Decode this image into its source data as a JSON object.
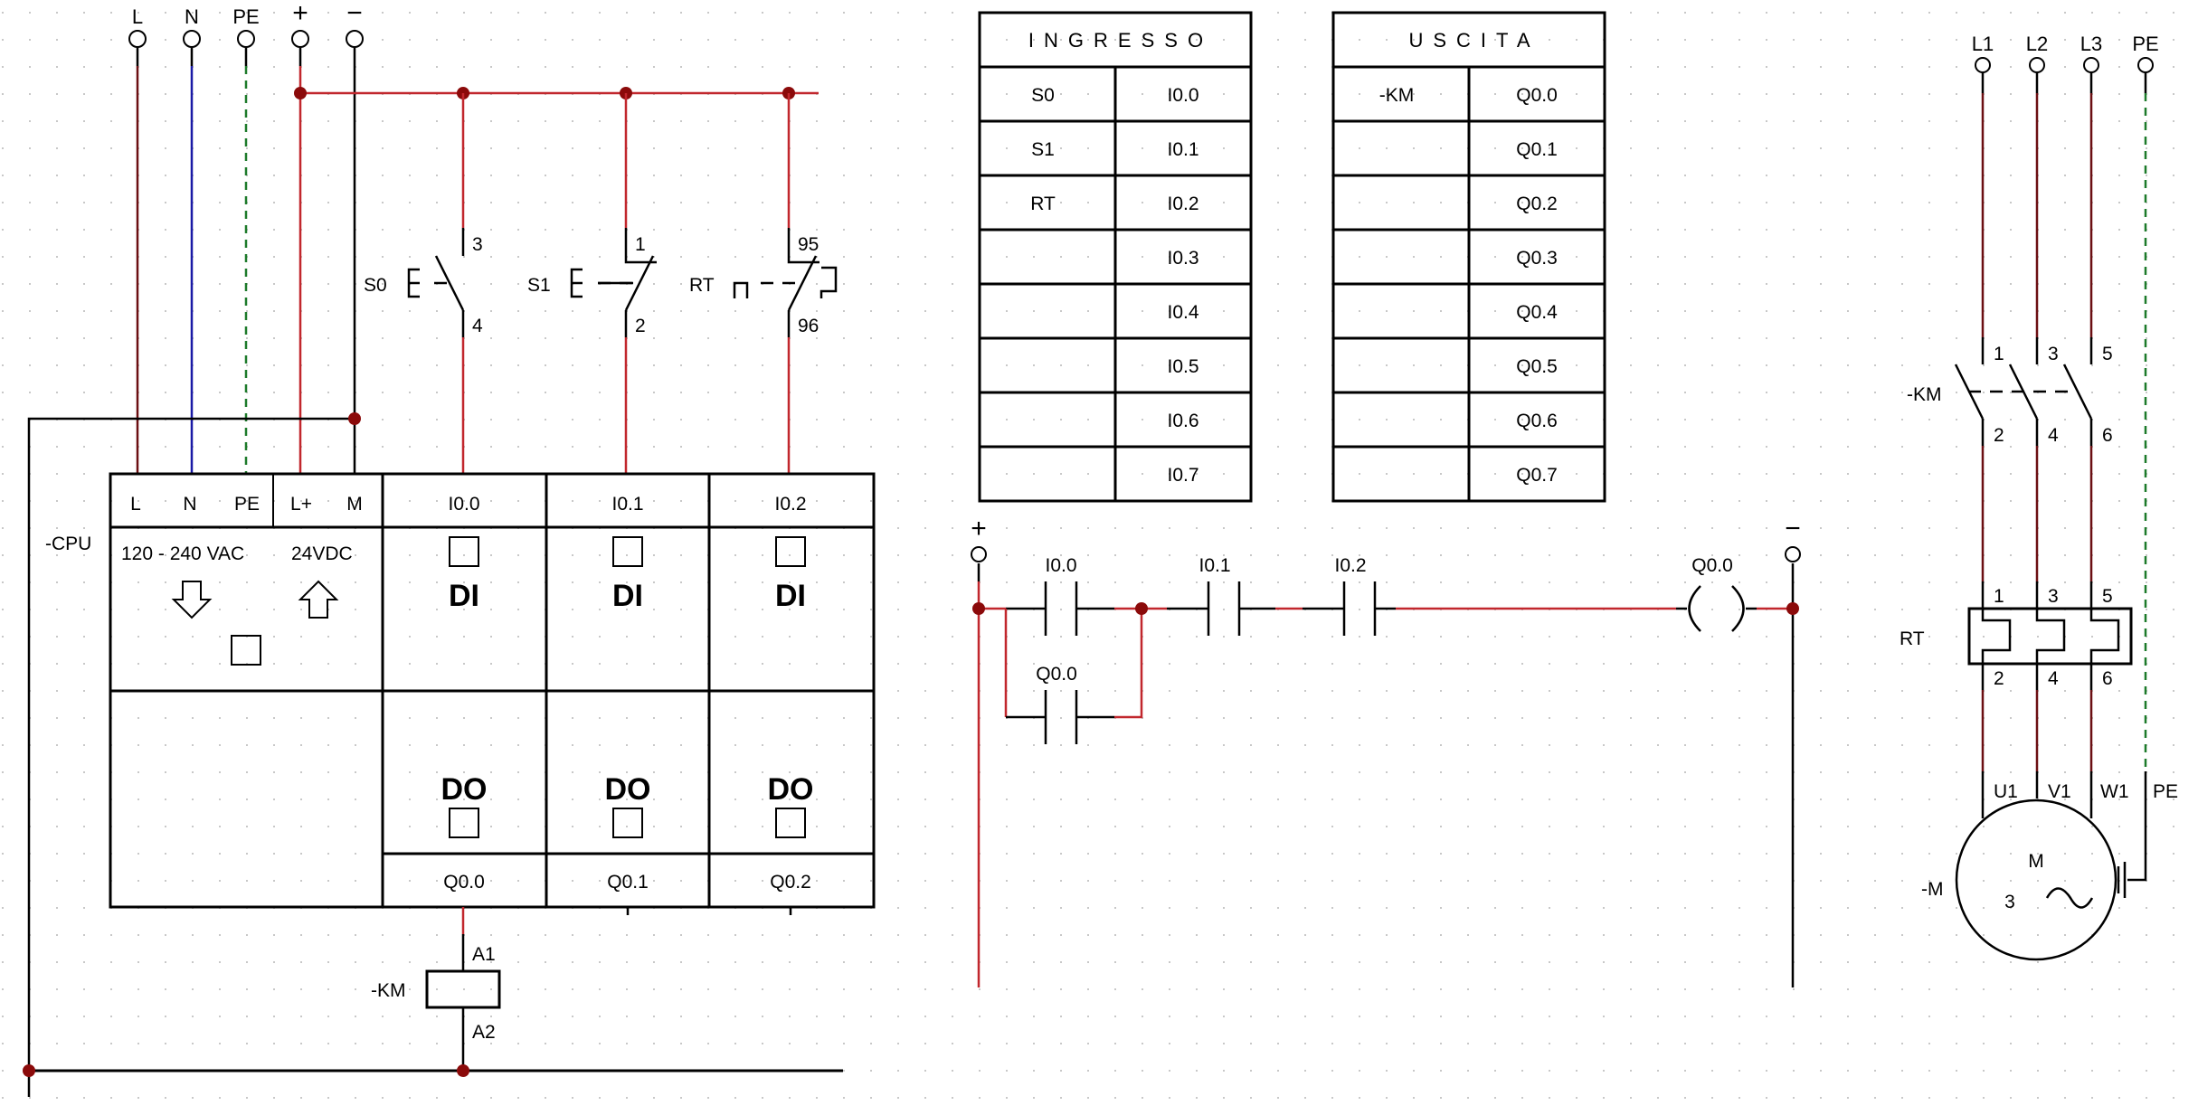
{
  "colors": {
    "live_wire": "#c1272d",
    "phase_wire": "#6b0f12",
    "neutral_wire": "#1a1aa6",
    "earth_wire": "#1d7a2a",
    "node": "#8b0a0a",
    "grid_dot": "#c8c8c8"
  },
  "supply_terminals": [
    {
      "label": "L"
    },
    {
      "label": "N"
    },
    {
      "label": "PE"
    },
    {
      "label": "+"
    },
    {
      "label": "−"
    }
  ],
  "input_devices": [
    {
      "tag": "S0",
      "top_terminal": "3",
      "bottom_terminal": "4",
      "type": "NO pushbutton"
    },
    {
      "tag": "S1",
      "top_terminal": "1",
      "bottom_terminal": "2",
      "type": "NC pushbutton"
    },
    {
      "tag": "RT",
      "top_terminal": "95",
      "bottom_terminal": "96",
      "type": "NC thermal relay contact"
    }
  ],
  "plc": {
    "tag": "-CPU",
    "power_terminals_ac": [
      "L",
      "N",
      "PE"
    ],
    "power_terminals_dc": [
      "L+",
      "M"
    ],
    "ac_rating": "120 - 240 VAC",
    "dc_rating": "24VDC",
    "inputs": [
      "I0.0",
      "I0.1",
      "I0.2"
    ],
    "input_type": "DI",
    "outputs": [
      "Q0.0",
      "Q0.1",
      "Q0.2"
    ],
    "output_type": "DO"
  },
  "coil": {
    "tag": "-KM",
    "top_terminal": "A1",
    "bottom_terminal": "A2"
  },
  "io_tables": {
    "inputs": {
      "title": "INGRESSO",
      "rows": [
        [
          "S0",
          "I0.0"
        ],
        [
          "S1",
          "I0.1"
        ],
        [
          "RT",
          "I0.2"
        ],
        [
          "",
          "I0.3"
        ],
        [
          "",
          "I0.4"
        ],
        [
          "",
          "I0.5"
        ],
        [
          "",
          "I0.6"
        ],
        [
          "",
          "I0.7"
        ]
      ]
    },
    "outputs": {
      "title": "USCITA",
      "rows": [
        [
          "-KM",
          "Q0.0"
        ],
        [
          "",
          "Q0.1"
        ],
        [
          "",
          "Q0.2"
        ],
        [
          "",
          "Q0.3"
        ],
        [
          "",
          "Q0.4"
        ],
        [
          "",
          "Q0.5"
        ],
        [
          "",
          "Q0.6"
        ],
        [
          "",
          "Q0.7"
        ]
      ]
    }
  },
  "ladder": {
    "left_rail": "+",
    "right_rail": "−",
    "contacts": [
      "I0.0",
      "I0.1",
      "I0.2"
    ],
    "parallel_contact": "Q0.0",
    "coil": "Q0.0"
  },
  "power_circuit": {
    "terminals": [
      "L1",
      "L2",
      "L3",
      "PE"
    ],
    "contactor": {
      "tag": "-KM",
      "top_terminals": [
        "1",
        "3",
        "5"
      ],
      "bottom_terminals": [
        "2",
        "4",
        "6"
      ]
    },
    "overload": {
      "tag": "RT",
      "top_terminals": [
        "1",
        "3",
        "5"
      ],
      "bottom_terminals": [
        "2",
        "4",
        "6"
      ]
    },
    "motor": {
      "tag": "-M",
      "terminals": [
        "U1",
        "V1",
        "W1",
        "PE"
      ],
      "symbol": "M",
      "phases": "3",
      "ac_symbol": "~"
    }
  }
}
